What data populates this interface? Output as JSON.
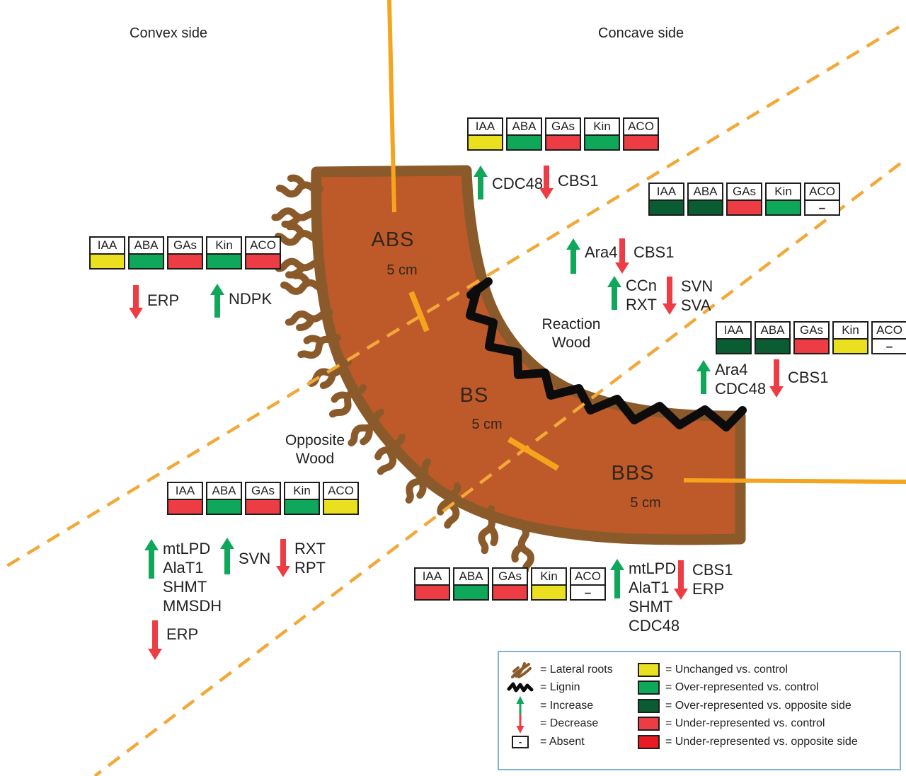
{
  "labels": {
    "convex_side": "Convex side",
    "concave_side": "Concave side",
    "reaction_wood": "Reaction\nWood",
    "opposite_wood": "Opposite\nWood"
  },
  "sections": [
    {
      "name": "ABS",
      "length": "5 cm"
    },
    {
      "name": "BS",
      "length": "5 cm"
    },
    {
      "name": "BBS",
      "length": "5 cm"
    }
  ],
  "colors": {
    "unchanged": "#ebe01f",
    "over-control": "#0fa85a",
    "over-opposite": "#0a5c33",
    "under-control": "#ee3c44",
    "under-opposite": "#e81b22",
    "absent": "#ffffff",
    "arrow-up": "#0fa85a",
    "arrow-down": "#ee3c44",
    "root-fill": "#be5a2a",
    "root-border": "#8b5a2b",
    "lignin": "#0c0c0c",
    "axis-orange": "#f5a41e"
  },
  "absent_glyph": "–",
  "hormone_panels": [
    {
      "id": "abs-concave",
      "cells": [
        {
          "hormone": "IAA",
          "status": "unchanged"
        },
        {
          "hormone": "ABA",
          "status": "over-control"
        },
        {
          "hormone": "GAs",
          "status": "under-control"
        },
        {
          "hormone": "Kin",
          "status": "over-control"
        },
        {
          "hormone": "ACO",
          "status": "under-control"
        }
      ]
    },
    {
      "id": "bs-concave",
      "cells": [
        {
          "hormone": "IAA",
          "status": "over-opposite"
        },
        {
          "hormone": "ABA",
          "status": "over-opposite"
        },
        {
          "hormone": "GAs",
          "status": "under-control"
        },
        {
          "hormone": "Kin",
          "status": "over-control"
        },
        {
          "hormone": "ACO",
          "status": "absent"
        }
      ]
    },
    {
      "id": "bbs-concave",
      "cells": [
        {
          "hormone": "IAA",
          "status": "over-opposite"
        },
        {
          "hormone": "ABA",
          "status": "over-opposite"
        },
        {
          "hormone": "GAs",
          "status": "under-control"
        },
        {
          "hormone": "Kin",
          "status": "unchanged"
        },
        {
          "hormone": "ACO",
          "status": "absent"
        }
      ]
    },
    {
      "id": "abs-convex",
      "cells": [
        {
          "hormone": "IAA",
          "status": "unchanged"
        },
        {
          "hormone": "ABA",
          "status": "over-control"
        },
        {
          "hormone": "GAs",
          "status": "under-control"
        },
        {
          "hormone": "Kin",
          "status": "over-control"
        },
        {
          "hormone": "ACO",
          "status": "under-control"
        }
      ]
    },
    {
      "id": "opposite",
      "cells": [
        {
          "hormone": "IAA",
          "status": "under-control"
        },
        {
          "hormone": "ABA",
          "status": "over-control"
        },
        {
          "hormone": "GAs",
          "status": "under-control"
        },
        {
          "hormone": "Kin",
          "status": "over-control"
        },
        {
          "hormone": "ACO",
          "status": "unchanged"
        }
      ]
    },
    {
      "id": "bbs-convex",
      "cells": [
        {
          "hormone": "IAA",
          "status": "under-control"
        },
        {
          "hormone": "ABA",
          "status": "over-control"
        },
        {
          "hormone": "GAs",
          "status": "under-control"
        },
        {
          "hormone": "Kin",
          "status": "unchanged"
        },
        {
          "hormone": "ACO",
          "status": "absent"
        }
      ]
    }
  ],
  "arrow_groups": [
    {
      "id": "cdc48-up",
      "dir": "up",
      "labels": [
        "CDC48"
      ]
    },
    {
      "id": "cbs1-abs",
      "dir": "down",
      "labels": [
        "CBS1"
      ]
    },
    {
      "id": "ara4-bs",
      "dir": "up",
      "labels": [
        "Ara4"
      ]
    },
    {
      "id": "cbs1-bs",
      "dir": "down",
      "labels": [
        "CBS1"
      ]
    },
    {
      "id": "ccn-rxt",
      "dir": "up",
      "labels": [
        "CCn",
        "RXT"
      ]
    },
    {
      "id": "svn-sva",
      "dir": "down",
      "labels": [
        "SVN",
        "SVA"
      ]
    },
    {
      "id": "ara4-cdc48",
      "dir": "up",
      "labels": [
        "Ara4",
        "CDC48"
      ]
    },
    {
      "id": "cbs1-bbs",
      "dir": "down",
      "labels": [
        "CBS1"
      ]
    },
    {
      "id": "erp-convex",
      "dir": "down",
      "labels": [
        "ERP"
      ]
    },
    {
      "id": "ndpk",
      "dir": "up",
      "labels": [
        "NDPK"
      ]
    },
    {
      "id": "mtlpd-opp",
      "dir": "up",
      "labels": [
        "mtLPD",
        "AlaT1",
        "SHMT",
        "MMSDH"
      ]
    },
    {
      "id": "svn-opp",
      "dir": "up",
      "labels": [
        "SVN"
      ]
    },
    {
      "id": "rxt-rpt",
      "dir": "down",
      "labels": [
        "RXT",
        "RPT"
      ]
    },
    {
      "id": "erp-opp",
      "dir": "down",
      "labels": [
        "ERP"
      ]
    },
    {
      "id": "mtlpd-bbs",
      "dir": "up",
      "labels": [
        "mtLPD",
        "AlaT1",
        "SHMT",
        "CDC48"
      ]
    },
    {
      "id": "cbs1-erp",
      "dir": "down",
      "labels": [
        "CBS1",
        "ERP"
      ]
    }
  ],
  "legend": {
    "left_items": [
      {
        "icon": "lateral-roots-icon",
        "label": "= Lateral roots"
      },
      {
        "icon": "lignin-icon",
        "label": "= Lignin"
      },
      {
        "icon": "increase-arrow-icon",
        "label": "= Increase"
      },
      {
        "icon": "decrease-arrow-icon",
        "label": "= Decrease"
      },
      {
        "icon": "absent-box-icon",
        "label": "= Absent"
      }
    ],
    "right_items": [
      {
        "swatch": "unchanged",
        "label": "= Unchanged vs. control"
      },
      {
        "swatch": "over-control",
        "label": "= Over-represented vs. control"
      },
      {
        "swatch": "over-opposite",
        "label": "= Over-represented vs. opposite side"
      },
      {
        "swatch": "under-control",
        "label": "= Under-represented vs. control"
      },
      {
        "swatch": "under-opposite",
        "label": "= Under-represented vs. opposite side"
      }
    ]
  }
}
